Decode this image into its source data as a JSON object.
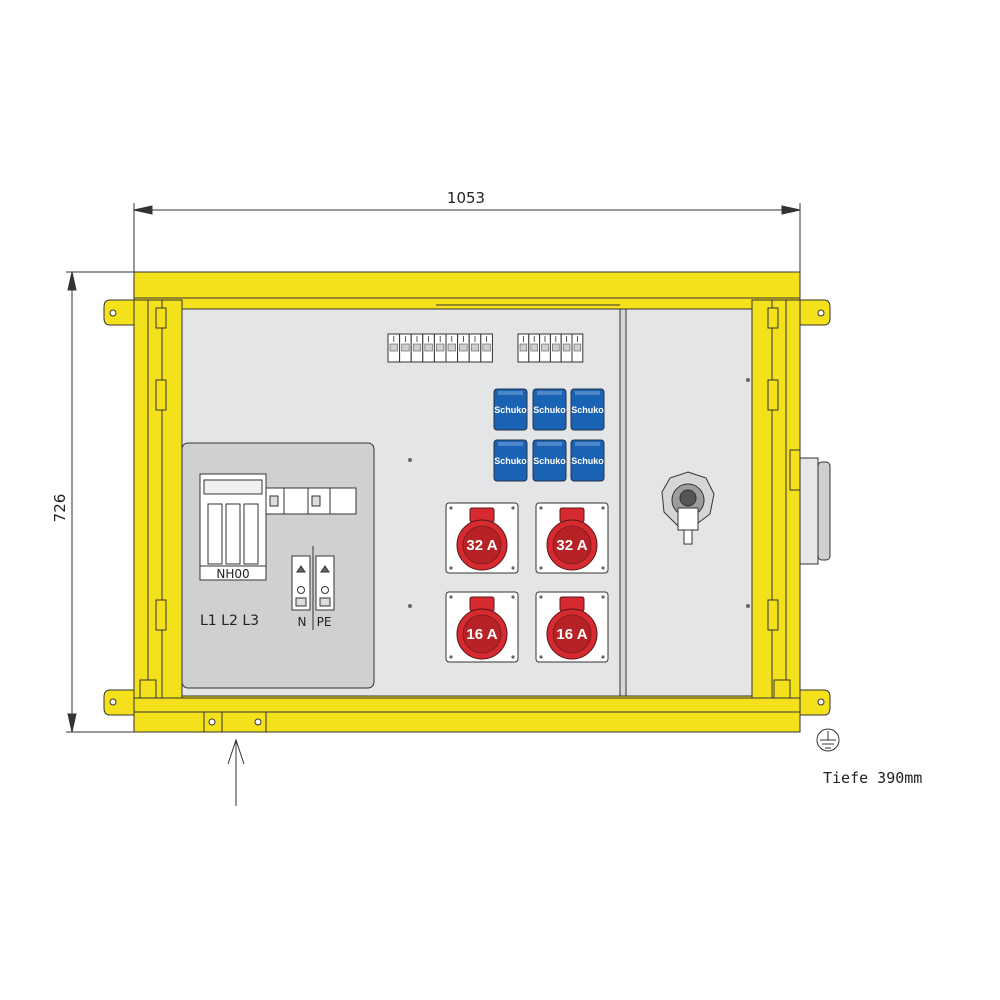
{
  "dimensions": {
    "width_label": "1053",
    "height_label": "726",
    "depth_label": "Tiefe 390mm"
  },
  "fuse": {
    "label": "NH00",
    "phases": "L1 L2 L3"
  },
  "terminals": {
    "n_label": "N",
    "pe_label": "PE"
  },
  "schuko": {
    "label": "Schuko",
    "count": 6
  },
  "cee_sockets": [
    {
      "label": "32 A"
    },
    {
      "label": "32 A"
    },
    {
      "label": "16 A"
    },
    {
      "label": "16 A"
    }
  ],
  "colors": {
    "frame_yellow": "#f5e11b",
    "panel_grey": "#e4e5e7",
    "cee_red": "#d72a30",
    "schuko_blue": "#1a62b3"
  },
  "icons": {
    "ground": "earth-ground-icon",
    "cable_entry": "arrow-up-icon"
  }
}
